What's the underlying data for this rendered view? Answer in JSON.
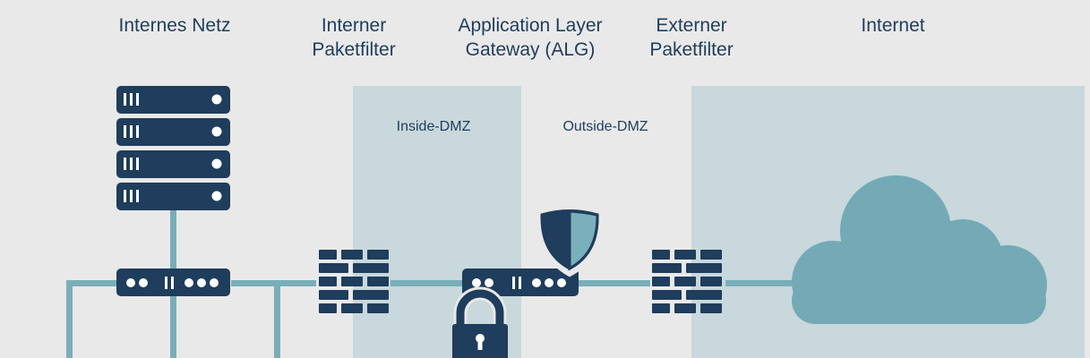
{
  "headers": {
    "internal_network": "Internes Netz",
    "internal_filter": "Interner\nPaketfilter",
    "alg": "Application Layer\nGateway (ALG)",
    "external_filter": "Externer\nPaketfilter",
    "internet": "Internet"
  },
  "zones": {
    "inside_dmz": "Inside-DMZ",
    "outside_dmz": "Outside-DMZ"
  },
  "colors": {
    "background": "#e9e9e9",
    "zone_fill": "#c8d8dc",
    "navy": "#1f3d5c",
    "line_teal": "#7aaeb8",
    "cloud_teal": "#73aab5",
    "shield_light": "#7ab0bc"
  },
  "icons": [
    "server-stack-icon",
    "switch-icon",
    "firewall-icon",
    "gateway-icon",
    "lock-icon",
    "shield-icon",
    "cloud-icon"
  ]
}
